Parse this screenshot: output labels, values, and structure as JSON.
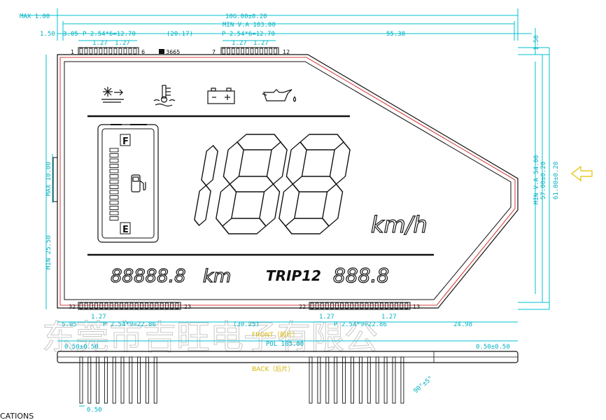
{
  "dimensions": {
    "max_100": "MAX 1.00",
    "width_106": "106.00±0.20",
    "min_va_103": "MIN V.A 103.00",
    "d150_left": "1.50",
    "d305": "3.05",
    "pitch_top_left": "P 2.54*6=12.70",
    "d2017": "(20.17)",
    "pitch_top_right": "P 2.54*6=12.70",
    "d5538": "55.38",
    "d150_right": "1.50",
    "d127_a": "1.27",
    "d127_b": "1.27",
    "d127_c": "1.27",
    "d127_d": "1.27",
    "max_1000": "MAX 10.00",
    "min_2550": "MIN 25.50",
    "min_va_54": "MIN V.A 54.00",
    "d5700": "57.00±0.20",
    "d6100": "61.00±0.20",
    "d505": "5.05",
    "d127_e": "1.27",
    "pitch_bot_left": "P 2.54*9=22.86",
    "d3025": "(30.25)",
    "d127_f": "1.27",
    "pitch_bot_right": "P 2.54*9=22.86",
    "d127_g": "1.27",
    "d2498": "24.98",
    "pol": "POL 105.00",
    "d050_left": "0.50±0.50",
    "d050_right": "0.50±0.50",
    "angle": "90°±5°",
    "pin_w": "0.50"
  },
  "pins": {
    "p1": "1",
    "p6": "6",
    "p7": "7",
    "p12": "12",
    "p32": "32",
    "p23": "23",
    "p22": "22",
    "p13": "13",
    "code": "3665"
  },
  "labels": {
    "front": "FRONT（前片）",
    "back": "BACK（后片）",
    "footer": "CATIONS"
  },
  "lcd": {
    "fuel_full": "F",
    "fuel_empty": "E",
    "speed_unit": "km/h",
    "odo": "88888.8",
    "odo_unit": "km",
    "trip": "TRIP12",
    "trip_value": "888.8"
  },
  "watermark": "东莞市吉旺电子有限公"
}
